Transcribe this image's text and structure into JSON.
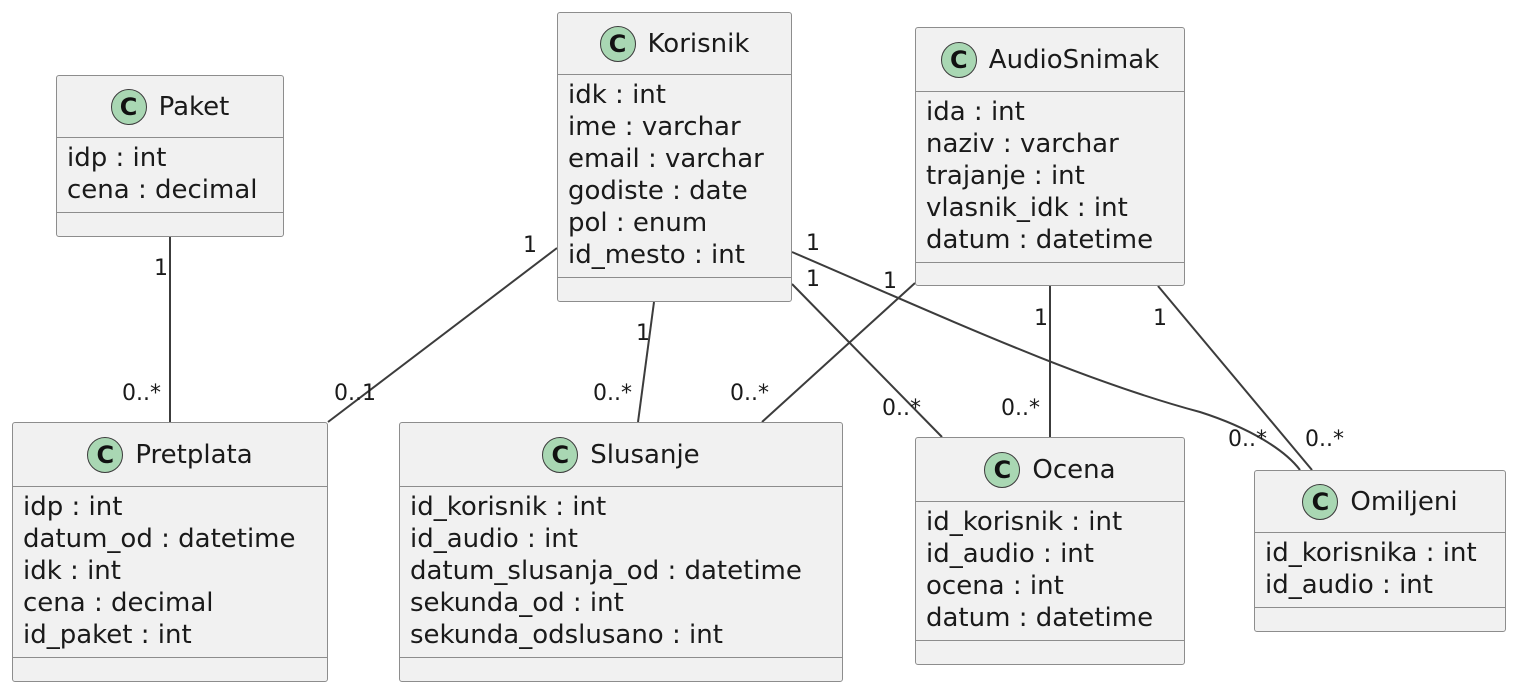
{
  "classes": [
    {
      "id": "paket",
      "badge": "C",
      "name": "Paket",
      "attributes": [
        "idp : int",
        "cena : decimal"
      ]
    },
    {
      "id": "korisnik",
      "badge": "C",
      "name": "Korisnik",
      "attributes": [
        "idk : int",
        "ime : varchar",
        "email : varchar",
        "godiste : date",
        "pol : enum",
        "id_mesto : int"
      ]
    },
    {
      "id": "audiosnimak",
      "badge": "C",
      "name": "AudioSnimak",
      "attributes": [
        "ida : int",
        "naziv : varchar",
        "trajanje : int",
        "vlasnik_idk : int",
        "datum : datetime"
      ]
    },
    {
      "id": "pretplata",
      "badge": "C",
      "name": "Pretplata",
      "attributes": [
        "idp : int",
        "datum_od : datetime",
        "idk : int",
        "cena : decimal",
        "id_paket : int"
      ]
    },
    {
      "id": "slusanje",
      "badge": "C",
      "name": "Slusanje",
      "attributes": [
        "id_korisnik : int",
        "id_audio : int",
        "datum_slusanja_od : datetime",
        "sekunda_od : int",
        "sekunda_odslusano : int"
      ]
    },
    {
      "id": "ocena",
      "badge": "C",
      "name": "Ocena",
      "attributes": [
        "id_korisnik : int",
        "id_audio : int",
        "ocena : int",
        "datum : datetime"
      ]
    },
    {
      "id": "omiljeni",
      "badge": "C",
      "name": "Omiljeni",
      "attributes": [
        "id_korisnika : int",
        "id_audio : int"
      ]
    }
  ],
  "relations": [
    {
      "from": "paket",
      "to": "pretplata",
      "from_mult": "1",
      "to_mult": "0..*"
    },
    {
      "from": "korisnik",
      "to": "pretplata",
      "from_mult": "1",
      "to_mult": "0..1"
    },
    {
      "from": "korisnik",
      "to": "slusanje",
      "from_mult": "1",
      "to_mult": "0..*"
    },
    {
      "from": "korisnik",
      "to": "ocena",
      "from_mult": "1",
      "to_mult": "0..*"
    },
    {
      "from": "korisnik",
      "to": "omiljeni",
      "from_mult": "1",
      "to_mult": "0..*"
    },
    {
      "from": "audiosnimak",
      "to": "slusanje",
      "from_mult": "1",
      "to_mult": "0..*"
    },
    {
      "from": "audiosnimak",
      "to": "ocena",
      "from_mult": "1",
      "to_mult": "0..*"
    },
    {
      "from": "audiosnimak",
      "to": "omiljeni",
      "from_mult": "1",
      "to_mult": "0..*"
    }
  ],
  "colors": {
    "class_fill": "#f1f1f1",
    "class_border": "#8d8d8d",
    "badge_fill": "#a9d7b3",
    "edge": "#3c3c3c"
  }
}
